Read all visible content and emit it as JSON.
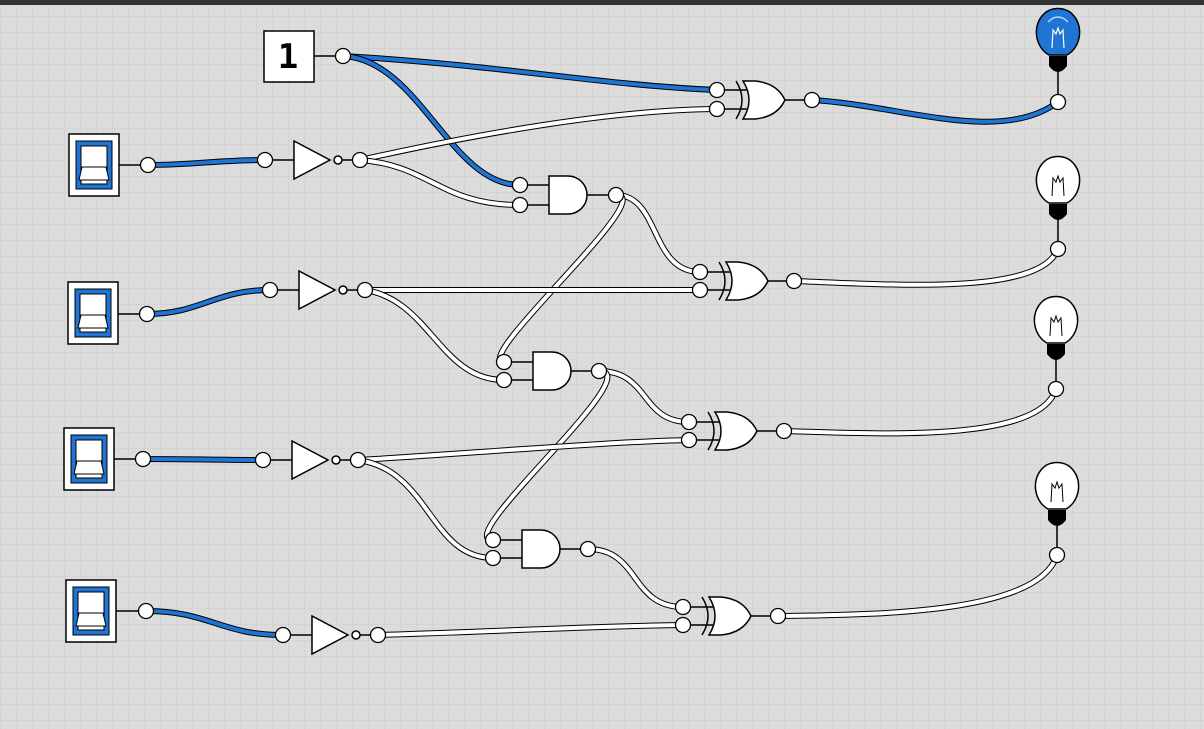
{
  "constant": {
    "value": "1"
  },
  "colors": {
    "background": "#dcdcdc",
    "grid": "#cfcfcf",
    "active_wire": "#1f74d4",
    "inactive_wire": "#ffffff",
    "outline": "#000000",
    "topbar": "#333333"
  },
  "switches": [
    {
      "id": "switch-1",
      "state": "on"
    },
    {
      "id": "switch-2",
      "state": "on"
    },
    {
      "id": "switch-3",
      "state": "on"
    },
    {
      "id": "switch-4",
      "state": "on"
    }
  ],
  "bulbs": [
    {
      "id": "bulb-1",
      "state": "lit"
    },
    {
      "id": "bulb-2",
      "state": "off"
    },
    {
      "id": "bulb-3",
      "state": "off"
    },
    {
      "id": "bulb-4",
      "state": "off"
    }
  ],
  "gates": {
    "not": 4,
    "and": 3,
    "xor": 4
  }
}
